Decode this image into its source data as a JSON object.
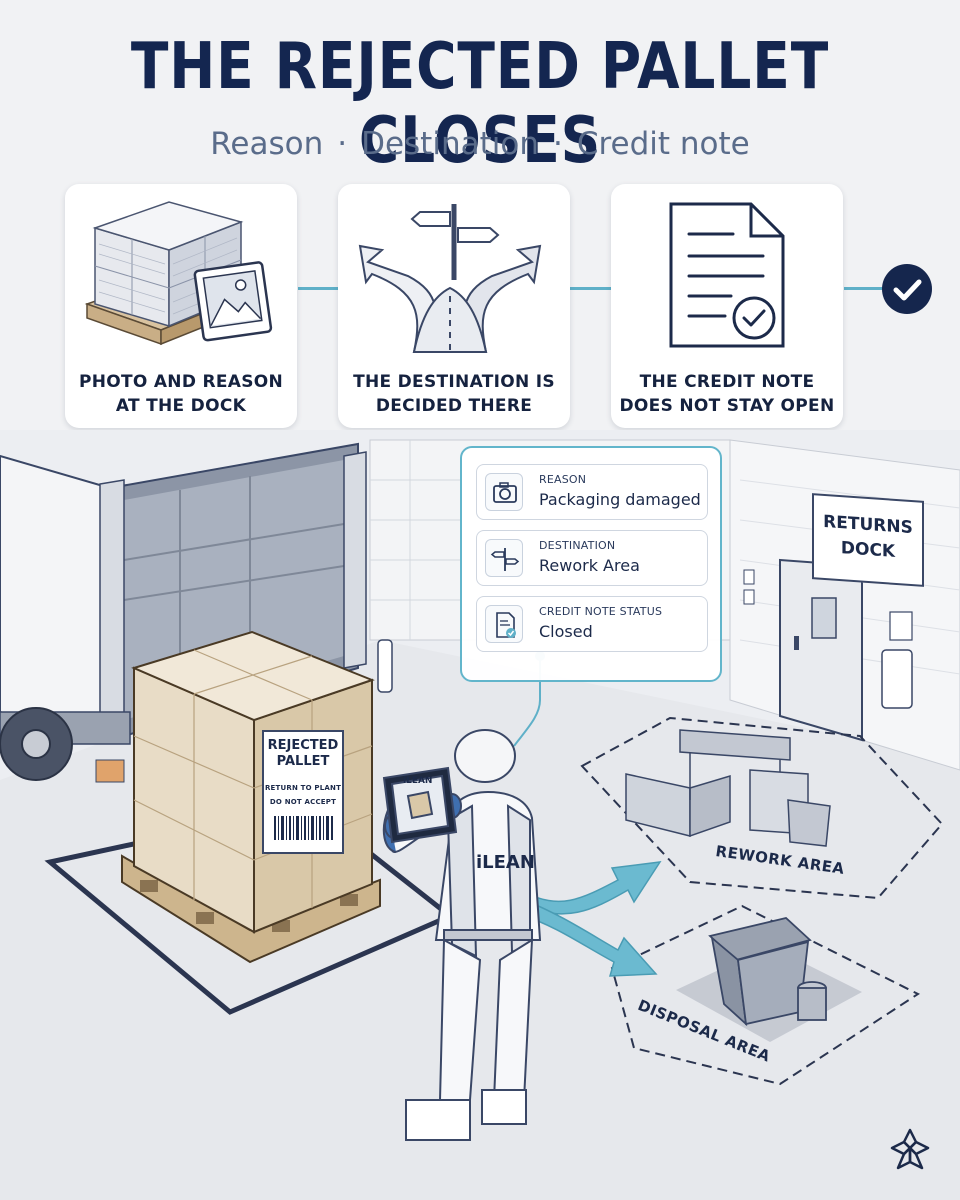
{
  "header": {
    "title": "THE REJECTED PALLET CLOSES",
    "subtitle_parts": [
      "Reason",
      "Destination",
      "Credit note"
    ],
    "separator": "·"
  },
  "steps": [
    {
      "label_line1": "PHOTO AND REASON",
      "label_line2": "AT THE DOCK",
      "icon": "pallet-photo-icon"
    },
    {
      "label_line1": "THE DESTINATION IS",
      "label_line2": "DECIDED THERE",
      "icon": "crossroads-icon"
    },
    {
      "label_line1": "THE CREDIT NOTE",
      "label_line2": "DOES NOT STAY OPEN",
      "icon": "credit-note-icon"
    }
  ],
  "info_panel": {
    "rows": [
      {
        "label": "REASON",
        "value": "Packaging damaged",
        "icon": "camera-icon"
      },
      {
        "label": "DESTINATION",
        "value": "Rework Area",
        "icon": "signpost-icon"
      },
      {
        "label": "CREDIT NOTE STATUS",
        "value": "Closed",
        "icon": "document-check-icon"
      }
    ]
  },
  "scene": {
    "sign_line1": "RETURNS",
    "sign_line2": "DOCK",
    "pallet_tag": {
      "line1": "REJECTED",
      "line2": "PALLET",
      "line3": "RETURN TO PLANT",
      "line4": "DO NOT ACCEPT"
    },
    "vest_brand": "iLEAN",
    "tablet_brand": "iLEAN",
    "rework_label": "REWORK AREA",
    "disposal_label": "DISPOSAL AREA"
  },
  "colors": {
    "navy": "#142650",
    "accent": "#5fb0c8",
    "subtitle": "#5a6c8a"
  }
}
